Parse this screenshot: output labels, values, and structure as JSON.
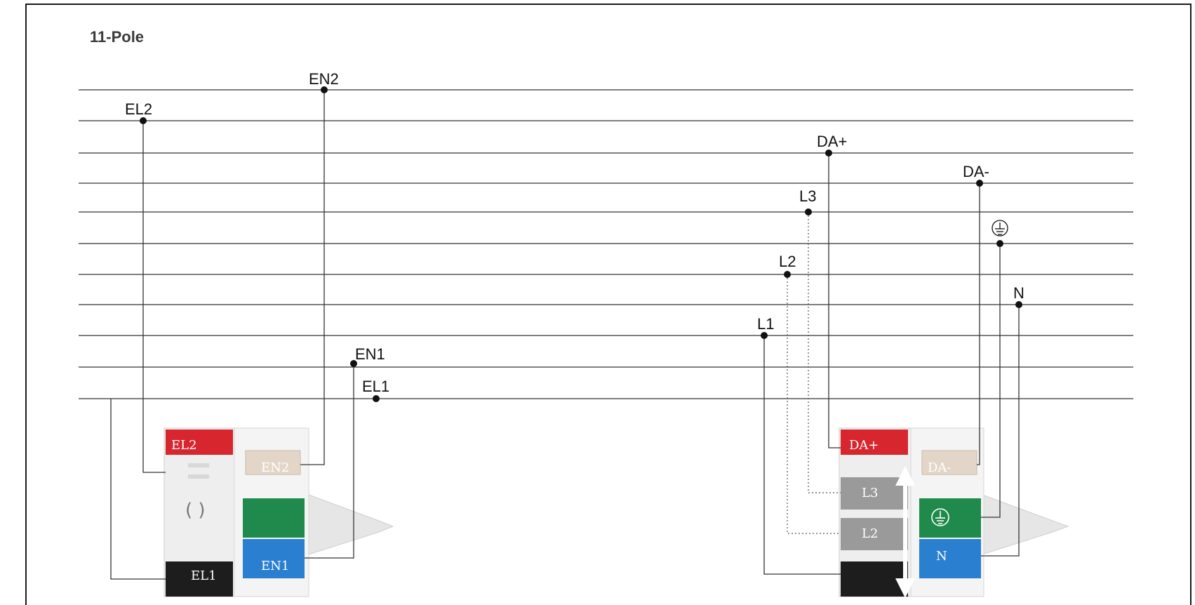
{
  "title": "11-Pole",
  "bus_labels": {
    "en2": "EN2",
    "el2": "EL2",
    "da_plus": "DA+",
    "da_minus": "DA-",
    "l3": "L3",
    "l2": "L2",
    "l1": "L1",
    "n": "N",
    "en1": "EN1",
    "el1": "EL1"
  },
  "left_connector": {
    "terminals": [
      "EL2",
      "EN2",
      "EN1",
      "EL1"
    ]
  },
  "right_connector": {
    "terminals": [
      "DA+",
      "DA-",
      "L3",
      "L2",
      "N"
    ]
  },
  "colors": {
    "red_terminal": "#d8262e",
    "green_terminal": "#1f8a4c",
    "blue_terminal": "#2a7fd0",
    "black_terminal": "#1d1d1d",
    "beige_terminal": "#e3d6c8",
    "grey_slot": "#9a9a9a"
  }
}
